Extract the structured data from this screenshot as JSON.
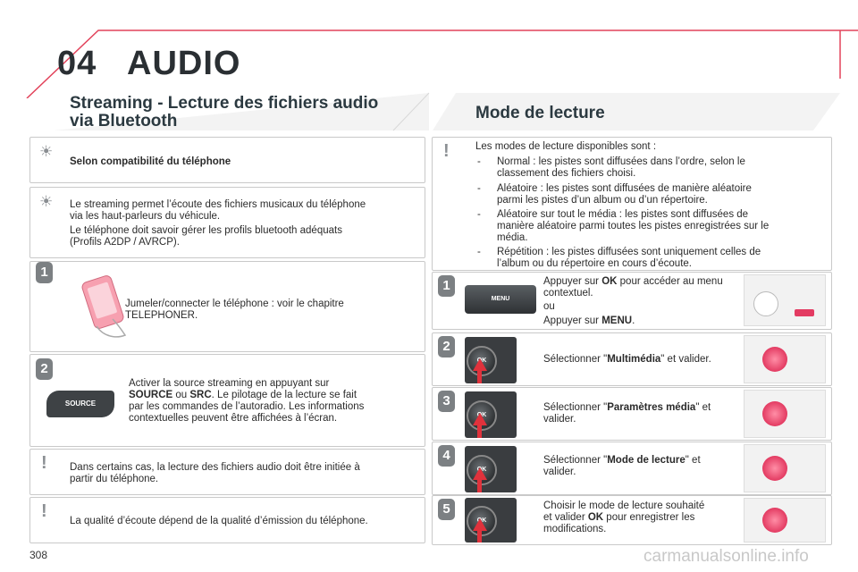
{
  "header": {
    "chapter_number": "04",
    "chapter_title": "AUDIO"
  },
  "left": {
    "title_line1": "Streaming - Lecture des fichiers audio",
    "title_line2": "via Bluetooth",
    "note_compat": "Selon compatibilité du téléphone",
    "info_line1": "Le streaming permet l’écoute des fichiers musicaux du téléphone",
    "info_line2": "via les haut-parleurs du véhicule.",
    "info_line3": "Le téléphone doit savoir gérer les profils bluetooth adéquats",
    "info_line4": "(Profils A2DP / AVRCP).",
    "step1_line1": "Jumeler/connecter le téléphone : voir le chapitre",
    "step1_line2": "TELEPHONER.",
    "step2_line1": "Activer la source streaming en appuyant sur",
    "step2_src1": "SOURCE",
    "step2_ou": " ou ",
    "step2_src2": "SRC",
    "step2_line2_rest": ". Le pilotage de la lecture se fait",
    "step2_line3": "par les commandes de l’autoradio. Les informations",
    "step2_line4": "contextuelles peuvent être affichées à l’écran.",
    "source_button": "SOURCE",
    "warn1_line1": "Dans certains cas, la lecture des fichiers audio doit être initiée à",
    "warn1_line2": "partir du téléphone.",
    "warn2": "La qualité d’écoute dépend de la qualité d’émission du téléphone."
  },
  "right": {
    "title": "Mode de lecture",
    "intro": "Les modes de lecture disponibles sont :",
    "modes": [
      {
        "line1": "Normal : les pistes sont diffusées dans l’ordre, selon le",
        "line2": "classement des fichiers choisi."
      },
      {
        "line1": "Aléatoire : les pistes sont diffusées de manière aléatoire",
        "line2": "parmi les pistes d’un album ou d’un répertoire."
      },
      {
        "line1": "Aléatoire sur tout le média : les pistes sont diffusées de",
        "line2": "manière aléatoire parmi toutes les pistes enregistrées sur le",
        "line3": "média."
      },
      {
        "line1": "Répétition : les pistes diffusées sont uniquement celles de",
        "line2": "l’album ou du répertoire en cours d’écoute."
      }
    ],
    "dash": "-",
    "step1": {
      "a": "Appuyer sur ",
      "ok": "OK",
      "b": " pour accéder au menu",
      "c": "contextuel.",
      "ou": "ou",
      "d": "Appuyer sur ",
      "menu": "MENU",
      "e": "."
    },
    "menu_button": "MENU",
    "step2": {
      "a": "Sélectionner \"",
      "b": "Multimédia",
      "c": "\" et valider."
    },
    "step3": {
      "a": "Sélectionner \"",
      "b": "Paramètres média",
      "c": "\" et",
      "d": "valider."
    },
    "step4": {
      "a": "Sélectionner \"",
      "b": "Mode de lecture",
      "c": "\" et",
      "d": "valider."
    },
    "step5": {
      "line1": "Choisir le mode de lecture souhaité",
      "a": "et valider ",
      "ok": "OK",
      "b": " pour enregistrer les",
      "line3": "modifications."
    },
    "dial_label": "OK"
  },
  "badges": [
    "1",
    "2",
    "1",
    "2",
    "3",
    "4",
    "5"
  ],
  "footer": {
    "page_number": "308",
    "watermark": "carmanualsonline.info"
  },
  "colors": {
    "accent_line": "#e2425a",
    "badge": "#7c8083",
    "arrow": "#e0323c"
  }
}
